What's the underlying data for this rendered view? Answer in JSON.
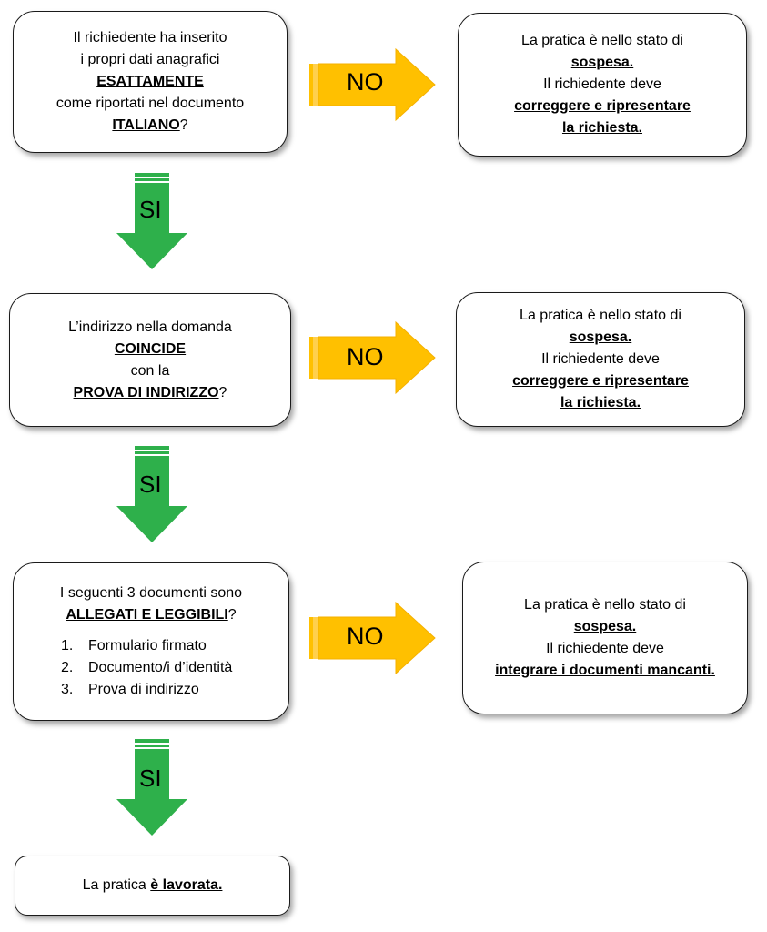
{
  "colors": {
    "no_arrow": "#FFC000",
    "si_arrow": "#2EB04B",
    "box_border": "#1a1a1a"
  },
  "q1": {
    "l1": "Il richiedente ha inserito",
    "l2": "i propri dati anagrafici",
    "l3": "ESATTAMENTE",
    "l4": "come riportati nel documento",
    "l5": "ITALIANO",
    "l5q": "?"
  },
  "r1": {
    "l1": "La pratica è nello stato di",
    "l2": "sospesa.",
    "l3": "Il richiedente deve",
    "l4": "correggere e ripresentare",
    "l5": "la richiesta."
  },
  "q2": {
    "l1": "L’indirizzo nella domanda",
    "l2": "COINCIDE",
    "l3": "con la",
    "l4": "PROVA DI INDIRIZZO",
    "l4q": "?"
  },
  "r2": {
    "l1": "La pratica è nello stato di",
    "l2": "sospesa.",
    "l3": "Il richiedente deve",
    "l4": "correggere e ripresentare",
    "l5": "la richiesta."
  },
  "q3": {
    "l1": "I seguenti 3 documenti sono",
    "l2": "ALLEGATI E LEGGIBILI",
    "l2q": "?",
    "items": [
      {
        "n": "1.",
        "t": "Formulario firmato"
      },
      {
        "n": "2.",
        "t": "Documento/i d’identità"
      },
      {
        "n": "3.",
        "t": "Prova di indirizzo"
      }
    ]
  },
  "r3": {
    "l1": "La pratica è nello stato di",
    "l2": "sospesa.",
    "l3": "Il richiedente deve",
    "l4": "integrare i documenti mancanti."
  },
  "final": {
    "pre": "La pratica ",
    "bold": "è lavorata."
  },
  "labels": {
    "no": "NO",
    "si": "SI"
  }
}
